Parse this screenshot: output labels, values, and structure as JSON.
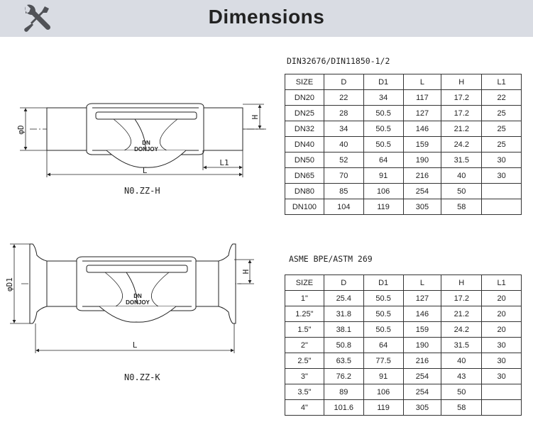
{
  "header": {
    "title": "Dimensions"
  },
  "drawings": {
    "top": {
      "caption": "N0.ZZ-H",
      "dim_labels": {
        "d": "φD",
        "h": "H",
        "l": "L",
        "l1": "L1"
      },
      "logo": [
        "DN",
        "DONJOY"
      ]
    },
    "bottom": {
      "caption": "N0.ZZ-K",
      "dim_labels": {
        "d1": "φD1",
        "h": "H",
        "l": "L"
      },
      "logo": [
        "DN",
        "DONJOY"
      ]
    }
  },
  "tables": [
    {
      "title": "DIN32676/DIN11850-1/2",
      "headers": [
        "SIZE",
        "D",
        "D1",
        "L",
        "H",
        "L1"
      ],
      "rows": [
        [
          "DN20",
          "22",
          "34",
          "117",
          "17.2",
          "22"
        ],
        [
          "DN25",
          "28",
          "50.5",
          "127",
          "17.2",
          "25"
        ],
        [
          "DN32",
          "34",
          "50.5",
          "146",
          "21.2",
          "25"
        ],
        [
          "DN40",
          "40",
          "50.5",
          "159",
          "24.2",
          "25"
        ],
        [
          "DN50",
          "52",
          "64",
          "190",
          "31.5",
          "30"
        ],
        [
          "DN65",
          "70",
          "91",
          "216",
          "40",
          "30"
        ],
        [
          "DN80",
          "85",
          "106",
          "254",
          "50",
          ""
        ],
        [
          "DN100",
          "104",
          "119",
          "305",
          "58",
          ""
        ]
      ]
    },
    {
      "title": "ASME BPE/ASTM 269",
      "headers": [
        "SIZE",
        "D",
        "D1",
        "L",
        "H",
        "L1"
      ],
      "rows": [
        [
          "1\"",
          "25.4",
          "50.5",
          "127",
          "17.2",
          "20"
        ],
        [
          "1.25\"",
          "31.8",
          "50.5",
          "146",
          "21.2",
          "20"
        ],
        [
          "1.5\"",
          "38.1",
          "50.5",
          "159",
          "24.2",
          "20"
        ],
        [
          "2\"",
          "50.8",
          "64",
          "190",
          "31.5",
          "30"
        ],
        [
          "2.5\"",
          "63.5",
          "77.5",
          "216",
          "40",
          "30"
        ],
        [
          "3\"",
          "76.2",
          "91",
          "254",
          "43",
          "30"
        ],
        [
          "3.5\"",
          "89",
          "106",
          "254",
          "50",
          ""
        ],
        [
          "4\"",
          "101.6",
          "119",
          "305",
          "58",
          ""
        ]
      ]
    }
  ]
}
